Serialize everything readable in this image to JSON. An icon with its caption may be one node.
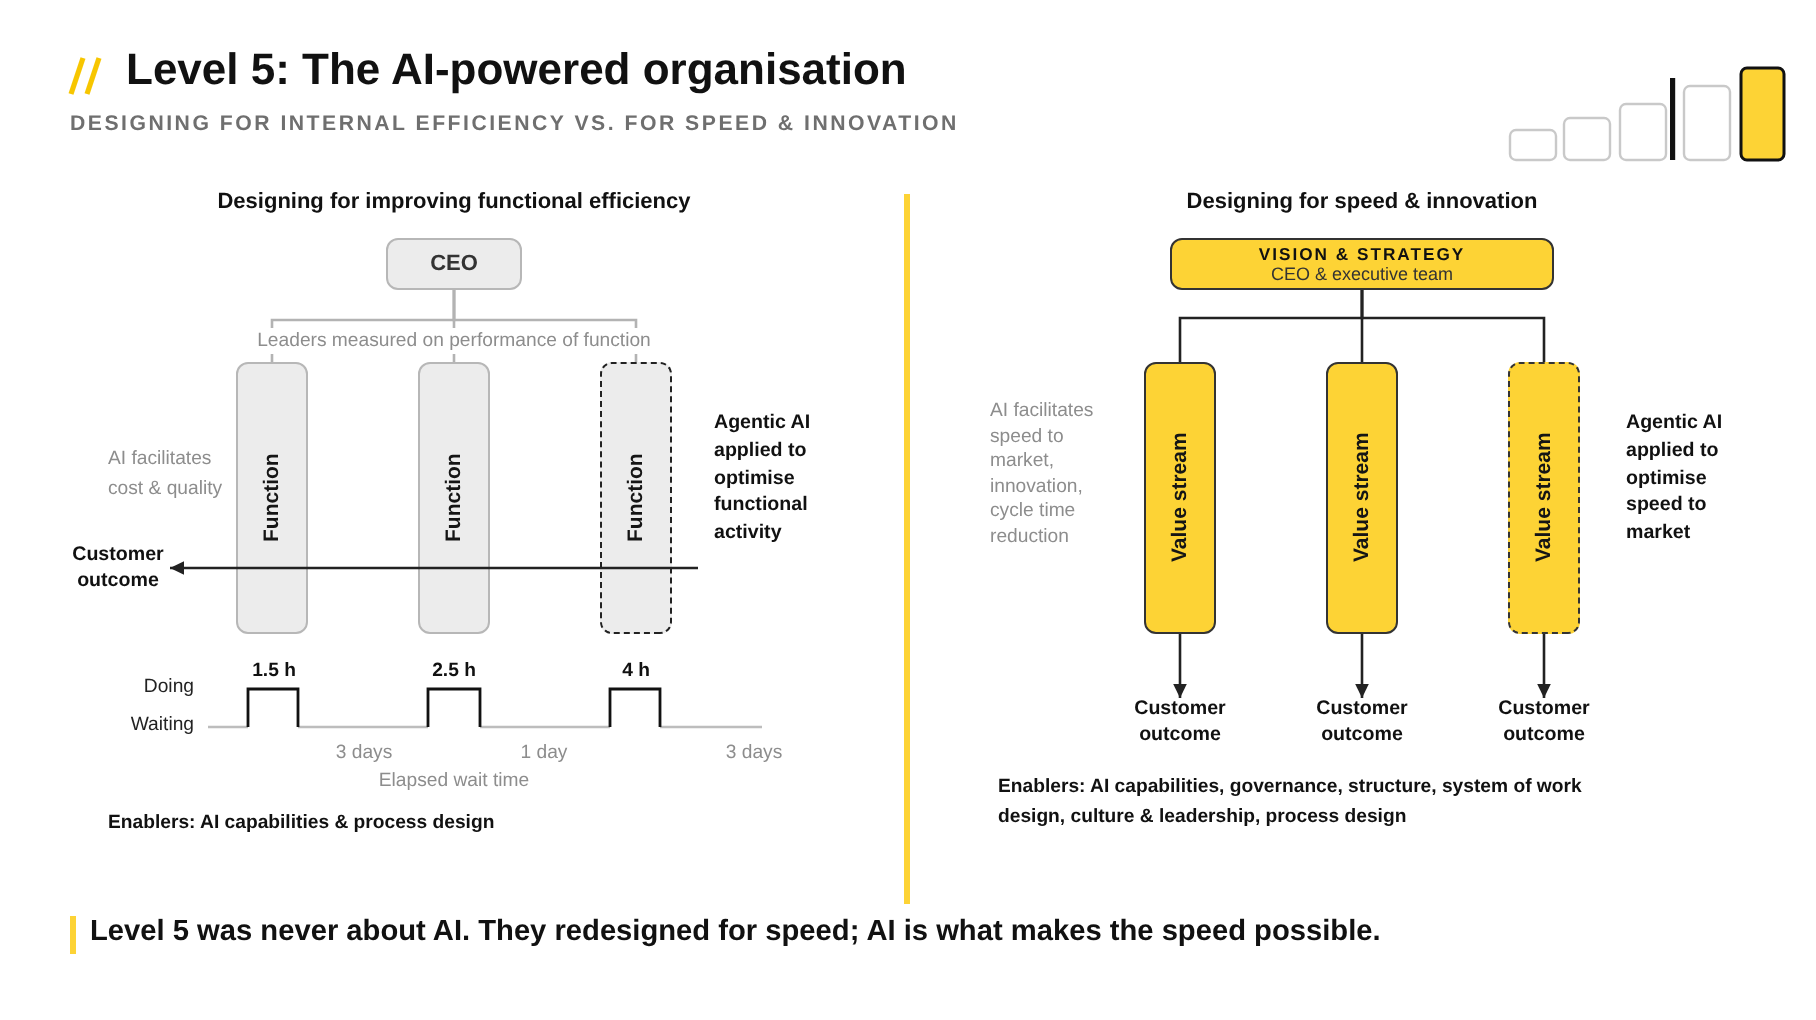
{
  "diagram": {
    "title": "Level 5: The AI-powered organisation",
    "caption": "Level 5 was never about AI. They redesigned for speed; AI is what makes the speed possible.",
    "nodes": [
      {
        "text": [
          "CEO"
        ]
      },
      {
        "text": [
          "Function"
        ]
      },
      {
        "text": [
          "Function"
        ]
      },
      {
        "text": [
          "Function"
        ],
        "beside": [
          "Agentic AI applied to optimise functional activity"
        ]
      },
      {
        "text": [
          "Customer outcome"
        ]
      },
      {
        "text": [
          "VISION & STRATEGY",
          "CEO & executive team"
        ]
      },
      {
        "text": [
          "Value stream"
        ]
      },
      {
        "text": [
          "Value stream"
        ]
      },
      {
        "text": [
          "Value stream"
        ],
        "beside": [
          "Agentic AI applied to optimise speed to market"
        ]
      },
      {
        "text": [
          "Customer outcome"
        ]
      },
      {
        "text": [
          "Customer outcome"
        ]
      },
      {
        "text": [
          "Customer outcome"
        ]
      }
    ],
    "edges": [
      {
        "from": 0,
        "to": 1,
        "arrow": "none",
        "color": "#b3b3b3"
      },
      {
        "from": 0,
        "to": 2,
        "arrow": "none",
        "color": "#b3b3b3"
      },
      {
        "from": 0,
        "to": 3,
        "arrow": "none",
        "color": "#b3b3b3"
      },
      {
        "from": null,
        "to": 4,
        "arrow": "to"
      },
      {
        "from": 5,
        "to": 6,
        "arrow": "none"
      },
      {
        "from": 5,
        "to": 7,
        "arrow": "none"
      },
      {
        "from": 5,
        "to": 8,
        "arrow": "none"
      },
      {
        "from": 6,
        "to": 9,
        "arrow": "to"
      },
      {
        "from": 7,
        "to": 10,
        "arrow": "to"
      },
      {
        "from": 8,
        "to": 11,
        "arrow": "to"
      }
    ],
    "labels": [
      "DESIGNING FOR INTERNAL EFFICIENCY VS. FOR SPEED & INNOVATION",
      "Designing for improving functional efficiency",
      "Leaders measured on performance of function",
      "AI facilitates cost & quality",
      "1.5 h",
      "2.5 h",
      "4 h",
      "Doing",
      "Waiting",
      "3 days",
      "1 day",
      "3 days",
      "Elapsed wait time",
      "Enablers: AI capabilities & process design",
      "Designing for speed & innovation",
      "AI facilitates speed to market, innovation, cycle time reduction",
      "Enablers: AI capabilities, governance, structure, system of work design, culture & leadership, process design"
    ]
  }
}
